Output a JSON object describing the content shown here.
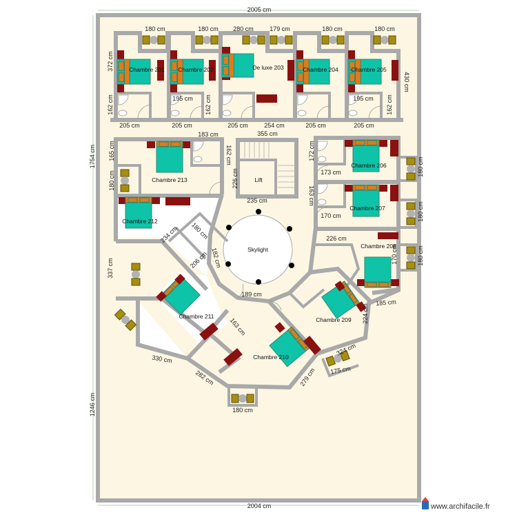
{
  "plan": {
    "rooms": {
      "r201": "Chambre 201",
      "r202": "Chambre 202",
      "r203": "De luxe 203",
      "r204": "Chambre 204",
      "r205": "Chambre 205",
      "r206": "Chambre 206",
      "r207": "Chambre 207",
      "r208": "Chambre 208",
      "r209": "Chambre 209",
      "r210": "Chambre 210",
      "r211": "Chambre 211",
      "r212": "Chambre 212",
      "r213": "Chambre 213",
      "lift": "Lift",
      "skylight": "Skylight"
    },
    "dimensions": {
      "top_total": "2005 cm",
      "bottom_total": "2004 cm",
      "left_upper": "1754 cm",
      "left_lower": "1246 cm",
      "t1": "180 cm",
      "t2": "180 cm",
      "t3": "280 cm",
      "t4": "179 cm",
      "t5": "180 cm",
      "t6": "180 cm",
      "h372": "372 cm",
      "h430": "430 cm",
      "b162a": "162 cm",
      "w195a": "195 cm",
      "b162b": "162 cm",
      "w195b": "195 cm",
      "b162c": "162 cm",
      "c1": "205 cm",
      "c2": "205 cm",
      "c3": "205 cm",
      "c4": "254 cm",
      "c5": "205 cm",
      "c6": "205 cm",
      "w183": "183 cm",
      "w355": "355 cm",
      "h165": "165 cm",
      "h180l": "180 cm",
      "h162m": "162 cm",
      "h226": "226 cm",
      "w235": "235 cm",
      "h172": "172 cm",
      "w173": "173 cm",
      "h163r": "163 cm",
      "w170": "170 cm",
      "w226": "226 cm",
      "h170r": "170 cm",
      "h180r1": "180 cm",
      "h180r2": "180 cm",
      "h180r3": "180 cm",
      "d234": "234 cm",
      "d180": "180 cm",
      "d206": "206 cm",
      "d182": "182 cm",
      "h337": "337 cm",
      "w189": "189 cm",
      "w185": "185 cm",
      "d163": "163 cm",
      "h224": "224 cm",
      "d330": "330 cm",
      "d282": "282 cm",
      "d324": "324 cm",
      "w175": "175 cm",
      "d279": "279 cm",
      "w180b": "180 cm"
    }
  },
  "watermark": "www.archifacile.fr",
  "colors": {
    "floor": "#fcf6e3",
    "wall": "#a9a9a9",
    "bed": "#0fc3a8",
    "pillow": "#e07b1c",
    "wardrobe": "#8b1010",
    "chair": "#a58e12"
  }
}
